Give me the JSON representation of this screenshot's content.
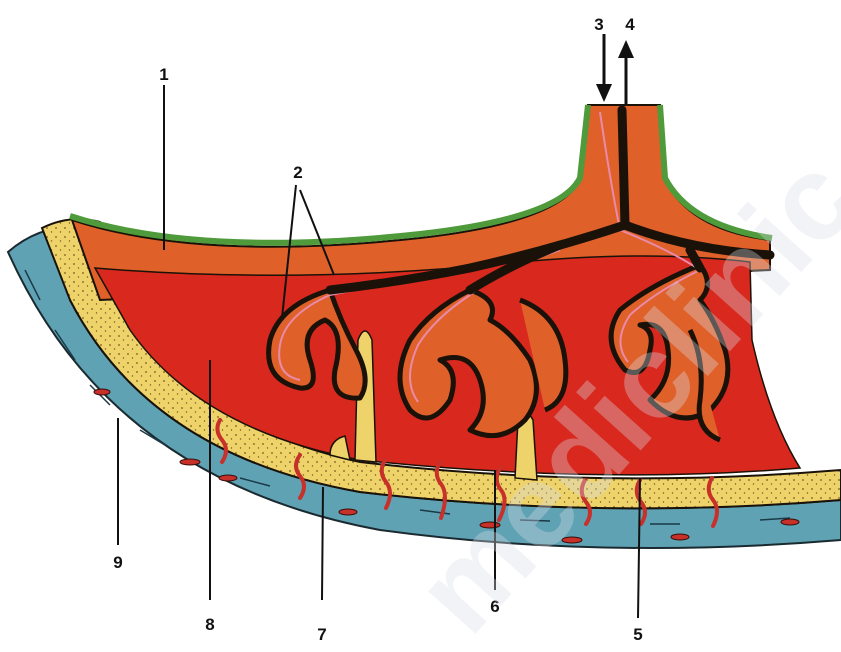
{
  "labels": {
    "l1": "1",
    "l2": "2",
    "l3": "3",
    "l4": "4",
    "l5": "5",
    "l6": "6",
    "l7": "7",
    "l8": "8",
    "l9": "9"
  },
  "watermark": "mediclinic",
  "colors": {
    "chorion": "#e0602a",
    "chorion_membrane": "#4f9a3a",
    "intervillous_space": "#d9281e",
    "decidua": "#eed36a",
    "myometrium": "#5fa2b4",
    "villi": "#1a1208",
    "capillary": "#e88aa8"
  }
}
